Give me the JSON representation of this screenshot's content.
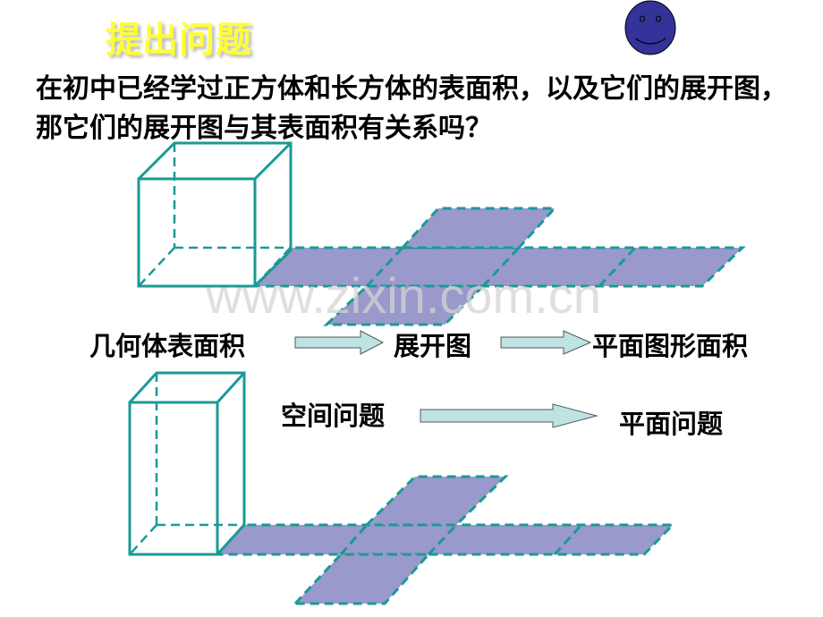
{
  "title": "提出问题",
  "question": "在初中已经学过正方体和长方体的表面积，以及它们的展开图，那它们的展开图与其表面积有关系吗？",
  "flow1": {
    "a": "几何体表面积",
    "b": "展开图",
    "c": "平面图形面积"
  },
  "flow2": {
    "a": "空间问题",
    "b": "平面问题"
  },
  "watermark": "www.zixin.com.cn",
  "colors": {
    "title": "#ffff33",
    "edge": "#1a9a96",
    "net_fill": "#9999cc",
    "arrow_fill": "#bde3e3",
    "smiley": "#333399"
  }
}
